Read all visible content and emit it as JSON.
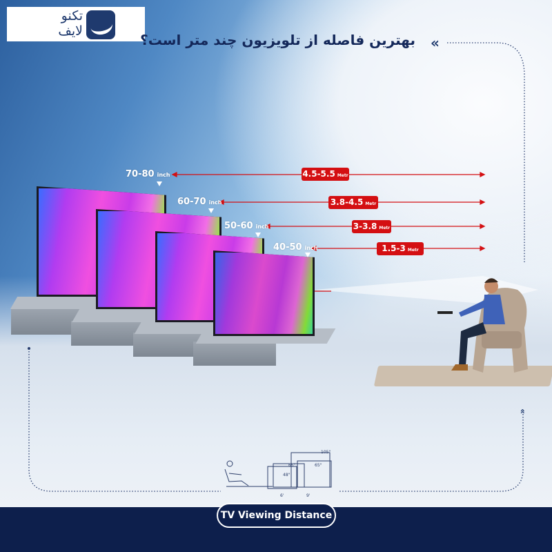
{
  "logo": {
    "line1": "تکنو",
    "line2": "لایف"
  },
  "title": "بهترین فاصله از تلویزیون چند متر است؟",
  "rows": [
    {
      "size": "70-80",
      "size_unit": "inch",
      "distance": "4.5-5.5",
      "distance_unit": "Metr"
    },
    {
      "size": "60-70",
      "size_unit": "inch",
      "distance": "3.8-4.5",
      "distance_unit": "Metr"
    },
    {
      "size": "50-60",
      "size_unit": "inch",
      "distance": "3-3.8",
      "distance_unit": "Metr"
    },
    {
      "size": "40-50",
      "size_unit": "inch",
      "distance": "1.5-3",
      "distance_unit": "Metr"
    }
  ],
  "sketch": {
    "tv_labels": [
      "105\"",
      "65\"",
      "65\"",
      "48\""
    ],
    "distances": [
      "6'",
      "9'"
    ]
  },
  "footer": {
    "label": "TV Viewing  Distance"
  },
  "colors": {
    "accent": "#d40f12",
    "navy": "#0d1f4c"
  }
}
